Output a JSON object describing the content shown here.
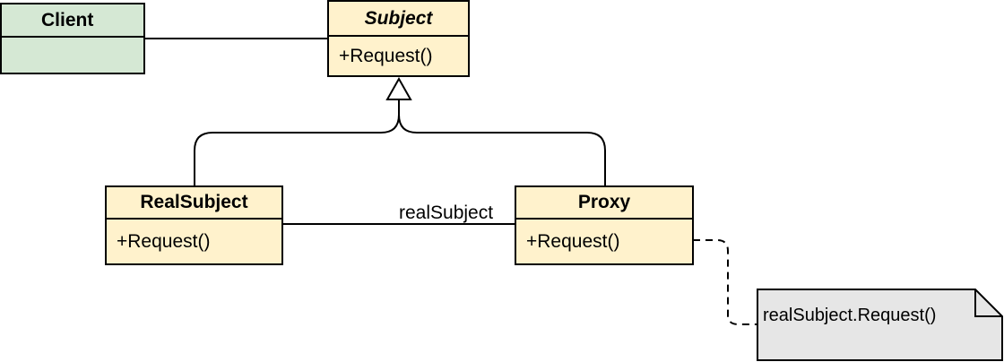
{
  "diagram": {
    "client": {
      "name": "Client"
    },
    "subject": {
      "name": "Subject",
      "method": "+Request()"
    },
    "real_subject": {
      "name": "RealSubject",
      "method": "+Request()"
    },
    "proxy": {
      "name": "Proxy",
      "method": "+Request()"
    },
    "association_label": "realSubject",
    "note": {
      "text": "realSubject.Request()"
    }
  },
  "colors": {
    "class_fill": "#fff2cc",
    "client_fill": "#d5e8d4",
    "note_fill": "#e6e6e6",
    "stroke": "#000000"
  }
}
